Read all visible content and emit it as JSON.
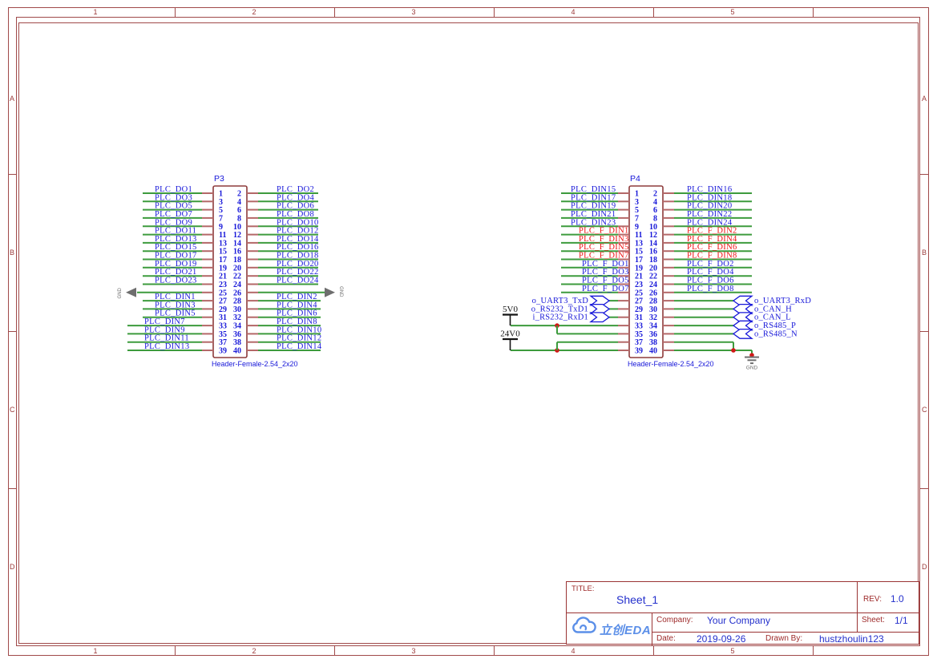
{
  "frame": {
    "columns": [
      "1",
      "2",
      "3",
      "4",
      "5"
    ],
    "rows": [
      "A",
      "B",
      "C",
      "D"
    ]
  },
  "title_block": {
    "title_label": "TITLE:",
    "title": "Sheet_1",
    "rev_label": "REV:",
    "rev": "1.0",
    "company_label": "Company:",
    "company": "Your Company",
    "sheet_label": "Sheet:",
    "sheet_num": "1/1",
    "date_label": "Date:",
    "date": "2019-09-26",
    "drawn_label": "Drawn By:",
    "drawn_by": "hustzhoulin123",
    "logo_text": "立创EDA",
    "logo_icon": "cloud-icon"
  },
  "gnd_net": "GND",
  "colors": {
    "frame": "#a04a4a",
    "component": "#8e3b3b",
    "pin": "#b46868",
    "wire": "#3d9b3d",
    "net_label": "#1717d9",
    "flag_red": "#ee1111",
    "junction": "#d01818",
    "gnd": "#6e6e6e",
    "power_text": "#141414",
    "tb_label": "#9e2a2a",
    "tb_value": "#2430cc",
    "logo_blue": "#5b8fe8"
  },
  "connectors": [
    {
      "ref": "P3",
      "footprint": "Header-Female-2.54_2x20",
      "left_rows": [
        {
          "pin": "1",
          "label": "PLC_DO1",
          "kind": "net"
        },
        {
          "pin": "3",
          "label": "PLC_DO3",
          "kind": "net"
        },
        {
          "pin": "5",
          "label": "PLC_DO5",
          "kind": "net"
        },
        {
          "pin": "7",
          "label": "PLC_DO7",
          "kind": "net"
        },
        {
          "pin": "9",
          "label": "PLC_DO9",
          "kind": "net"
        },
        {
          "pin": "11",
          "label": "PLC_DO11",
          "kind": "net"
        },
        {
          "pin": "13",
          "label": "PLC_DO13",
          "kind": "net"
        },
        {
          "pin": "15",
          "label": "PLC_DO15",
          "kind": "net"
        },
        {
          "pin": "17",
          "label": "PLC_DO17",
          "kind": "net"
        },
        {
          "pin": "19",
          "label": "PLC_DO19",
          "kind": "net"
        },
        {
          "pin": "21",
          "label": "PLC_DO21",
          "kind": "net"
        },
        {
          "pin": "23",
          "label": "PLC_DO23",
          "kind": "net"
        },
        {
          "pin": "25",
          "label": "GND",
          "kind": "gnd"
        },
        {
          "pin": "27",
          "label": "PLC_DIN1",
          "kind": "net"
        },
        {
          "pin": "29",
          "label": "PLC_DIN3",
          "kind": "net"
        },
        {
          "pin": "31",
          "label": "PLC_DIN5",
          "kind": "net"
        },
        {
          "pin": "33",
          "label": "PLC_DIN7",
          "kind": "net"
        },
        {
          "pin": "35",
          "label": "PLC_DIN9",
          "kind": "net"
        },
        {
          "pin": "37",
          "label": "PLC_DIN11",
          "kind": "net"
        },
        {
          "pin": "39",
          "label": "PLC_DIN13",
          "kind": "net"
        }
      ],
      "right_rows": [
        {
          "pin": "2",
          "label": "PLC_DO2",
          "kind": "net"
        },
        {
          "pin": "4",
          "label": "PLC_DO4",
          "kind": "net"
        },
        {
          "pin": "6",
          "label": "PLC_DO6",
          "kind": "net"
        },
        {
          "pin": "8",
          "label": "PLC_DO8",
          "kind": "net"
        },
        {
          "pin": "10",
          "label": "PLC_DO10",
          "kind": "net"
        },
        {
          "pin": "12",
          "label": "PLC_DO12",
          "kind": "net"
        },
        {
          "pin": "14",
          "label": "PLC_DO14",
          "kind": "net"
        },
        {
          "pin": "16",
          "label": "PLC_DO16",
          "kind": "net"
        },
        {
          "pin": "18",
          "label": "PLC_DO18",
          "kind": "net"
        },
        {
          "pin": "20",
          "label": "PLC_DO20",
          "kind": "net"
        },
        {
          "pin": "22",
          "label": "PLC_DO22",
          "kind": "net"
        },
        {
          "pin": "24",
          "label": "PLC_DO24",
          "kind": "net"
        },
        {
          "pin": "26",
          "label": "GND",
          "kind": "gnd"
        },
        {
          "pin": "28",
          "label": "PLC_DIN2",
          "kind": "net"
        },
        {
          "pin": "30",
          "label": "PLC_DIN4",
          "kind": "net"
        },
        {
          "pin": "32",
          "label": "PLC_DIN6",
          "kind": "net"
        },
        {
          "pin": "34",
          "label": "PLC_DIN8",
          "kind": "net"
        },
        {
          "pin": "36",
          "label": "PLC_DIN10",
          "kind": "net"
        },
        {
          "pin": "38",
          "label": "PLC_DIN12",
          "kind": "net"
        },
        {
          "pin": "40",
          "label": "PLC_DIN14",
          "kind": "net"
        }
      ]
    },
    {
      "ref": "P4",
      "footprint": "Header-Female-2.54_2x20",
      "left_rows": [
        {
          "pin": "1",
          "label": "PLC_DIN15",
          "kind": "net"
        },
        {
          "pin": "3",
          "label": "PLC_DIN17",
          "kind": "net"
        },
        {
          "pin": "5",
          "label": "PLC_DIN19",
          "kind": "net"
        },
        {
          "pin": "7",
          "label": "PLC_DIN21",
          "kind": "net"
        },
        {
          "pin": "9",
          "label": "PLC_DIN23",
          "kind": "net"
        },
        {
          "pin": "11",
          "label": "PLC_F_DIN1",
          "kind": "net-red"
        },
        {
          "pin": "13",
          "label": "PLC_F_DIN3",
          "kind": "net-red"
        },
        {
          "pin": "15",
          "label": "PLC_F_DIN5",
          "kind": "net-red"
        },
        {
          "pin": "17",
          "label": "PLC_F_DIN7",
          "kind": "net-red"
        },
        {
          "pin": "19",
          "label": "PLC_F_DO1",
          "kind": "net"
        },
        {
          "pin": "21",
          "label": "PLC_F_DO3",
          "kind": "net"
        },
        {
          "pin": "23",
          "label": "PLC_F_DO5",
          "kind": "net"
        },
        {
          "pin": "25",
          "label": "PLC_F_DO7",
          "kind": "net"
        },
        {
          "pin": "27",
          "label": "o_UART3_TxD",
          "kind": "port"
        },
        {
          "pin": "29",
          "label": "o_RS232_TxD1",
          "kind": "port"
        },
        {
          "pin": "31",
          "label": "i_RS232_RxD1",
          "kind": "port"
        },
        {
          "pin": "33",
          "label": "5V0",
          "kind": "rail-main"
        },
        {
          "pin": "35",
          "label": "5V0",
          "kind": "rail-branch"
        },
        {
          "pin": "37",
          "label": "24V0",
          "kind": "rail-branch"
        },
        {
          "pin": "39",
          "label": "24V0",
          "kind": "rail-main"
        }
      ],
      "right_rows": [
        {
          "pin": "2",
          "label": "PLC_DIN16",
          "kind": "net"
        },
        {
          "pin": "4",
          "label": "PLC_DIN18",
          "kind": "net"
        },
        {
          "pin": "6",
          "label": "PLC_DIN20",
          "kind": "net"
        },
        {
          "pin": "8",
          "label": "PLC_DIN22",
          "kind": "net"
        },
        {
          "pin": "10",
          "label": "PLC_DIN24",
          "kind": "net"
        },
        {
          "pin": "12",
          "label": "PLC_F_DIN2",
          "kind": "net-red"
        },
        {
          "pin": "14",
          "label": "PLC_F_DIN4",
          "kind": "net-red"
        },
        {
          "pin": "16",
          "label": "PLC_F_DIN6",
          "kind": "net-red"
        },
        {
          "pin": "18",
          "label": "PLC_F_DIN8",
          "kind": "net-red"
        },
        {
          "pin": "20",
          "label": "PLC_F_DO2",
          "kind": "net"
        },
        {
          "pin": "22",
          "label": "PLC_F_DO4",
          "kind": "net"
        },
        {
          "pin": "24",
          "label": "PLC_F_DO6",
          "kind": "net"
        },
        {
          "pin": "26",
          "label": "PLC_F_DO8",
          "kind": "net"
        },
        {
          "pin": "28",
          "label": "o_UART3_RxD",
          "kind": "port"
        },
        {
          "pin": "30",
          "label": "o_CAN_H",
          "kind": "port"
        },
        {
          "pin": "32",
          "label": "o_CAN_L",
          "kind": "port"
        },
        {
          "pin": "34",
          "label": "o_RS485_P",
          "kind": "port"
        },
        {
          "pin": "36",
          "label": "o_RS485_N",
          "kind": "port"
        },
        {
          "pin": "38",
          "label": "GND",
          "kind": "gnd-jog"
        },
        {
          "pin": "40",
          "label": "GND",
          "kind": "gnd-main"
        }
      ]
    }
  ]
}
